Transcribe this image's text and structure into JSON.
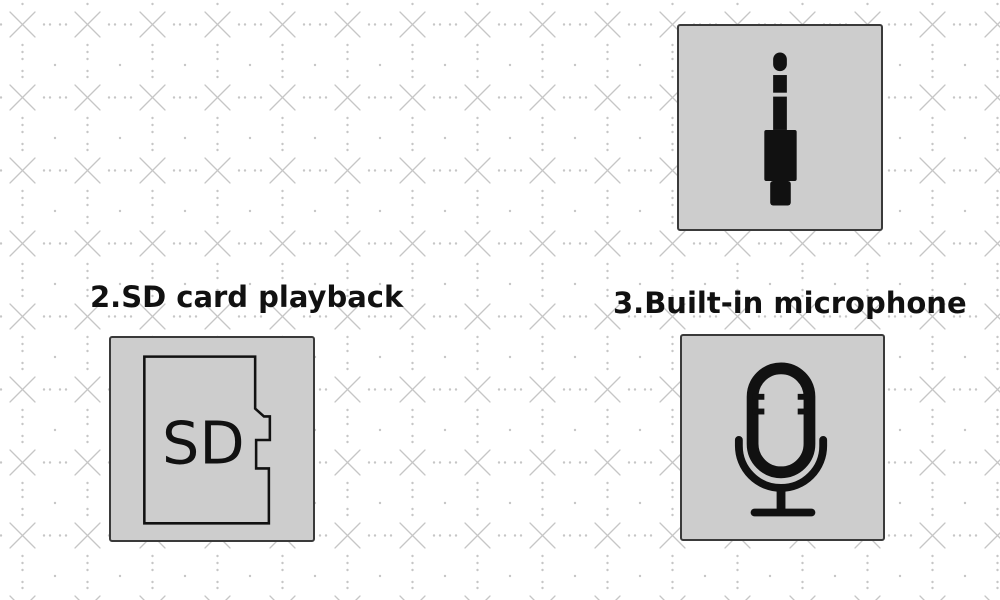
{
  "features": [
    {
      "id": "headphone-jack",
      "label": "",
      "icon": "headphone-jack-icon"
    },
    {
      "id": "sd-card",
      "label": "2.SD card playback",
      "icon": "sd-card-icon",
      "icon_text": "SD"
    },
    {
      "id": "microphone",
      "label": "3.Built-in microphone",
      "icon": "microphone-icon"
    }
  ],
  "colors": {
    "tile_fill": "#cdcdcd",
    "tile_border": "#3a3a3a",
    "icon": "#111111",
    "pattern": "#c6c6c6"
  }
}
